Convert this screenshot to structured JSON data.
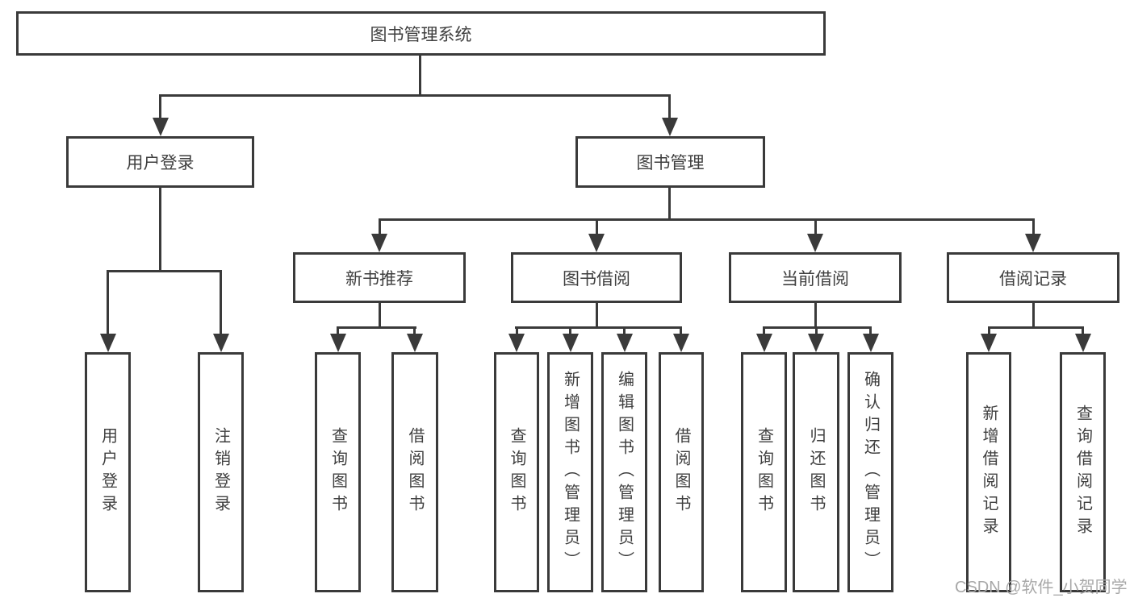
{
  "tree": {
    "root": {
      "label": "图书管理系统"
    },
    "branches": [
      {
        "label": "用户登录",
        "leaves": [
          {
            "label": "用户登录"
          },
          {
            "label": "注销登录"
          }
        ]
      },
      {
        "label": "图书管理",
        "groups": [
          {
            "label": "新书推荐",
            "leaves": [
              {
                "label": "查询图书"
              },
              {
                "label": "借阅图书"
              }
            ]
          },
          {
            "label": "图书借阅",
            "leaves": [
              {
                "label": "查询图书"
              },
              {
                "label": "新增图书（管理员）"
              },
              {
                "label": "编辑图书（管理员）"
              },
              {
                "label": "借阅图书"
              }
            ]
          },
          {
            "label": "当前借阅",
            "leaves": [
              {
                "label": "查询图书"
              },
              {
                "label": "归还图书"
              },
              {
                "label": "确认归还（管理员）"
              }
            ]
          },
          {
            "label": "借阅记录",
            "leaves": [
              {
                "label": "新增借阅记录"
              },
              {
                "label": "查询借阅记录"
              }
            ]
          }
        ]
      }
    ]
  },
  "watermark": {
    "text": "CSDN @软件_小贺同学"
  },
  "colors": {
    "line": "#3a3a3a",
    "text": "#3f3f3f",
    "watermark": "#a8a8a8",
    "background": "#ffffff"
  }
}
